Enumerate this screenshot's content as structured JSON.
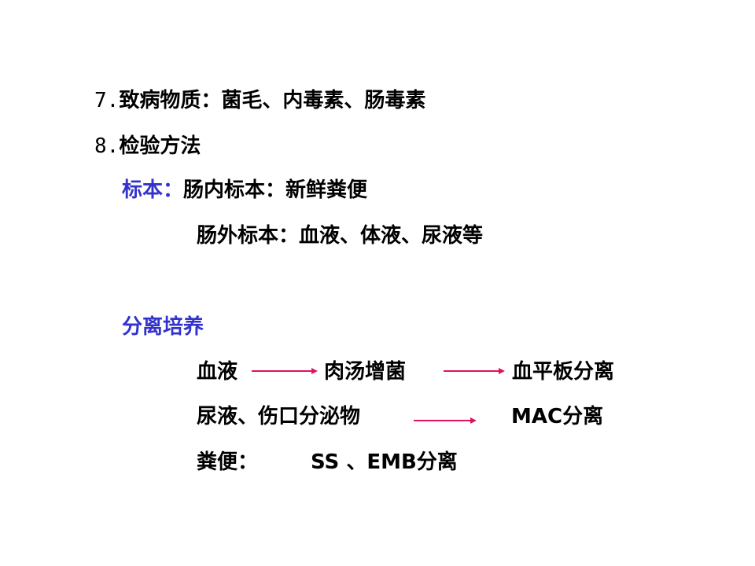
{
  "line1": {
    "num": "7.",
    "text": "致病物质：菌毛、内毒素、肠毒素"
  },
  "line2": {
    "num": "8.",
    "text": "检验方法"
  },
  "line3": {
    "label": "标本：",
    "text": "肠内标本：新鲜粪便"
  },
  "line4": {
    "text": "肠外标本：血液、体液、尿液等"
  },
  "line5": {
    "label": "分离培养"
  },
  "flow1": {
    "a": "血液",
    "b": "肉汤增菌",
    "c": "血平板分离"
  },
  "flow2": {
    "a": "尿液、伤口分泌物",
    "b": "MAC分离"
  },
  "flow3": {
    "a": "粪便：",
    "b": "SS 、EMB分离"
  },
  "colors": {
    "label": "#3333cc",
    "arrow": "#e0115f",
    "text": "#000000"
  }
}
